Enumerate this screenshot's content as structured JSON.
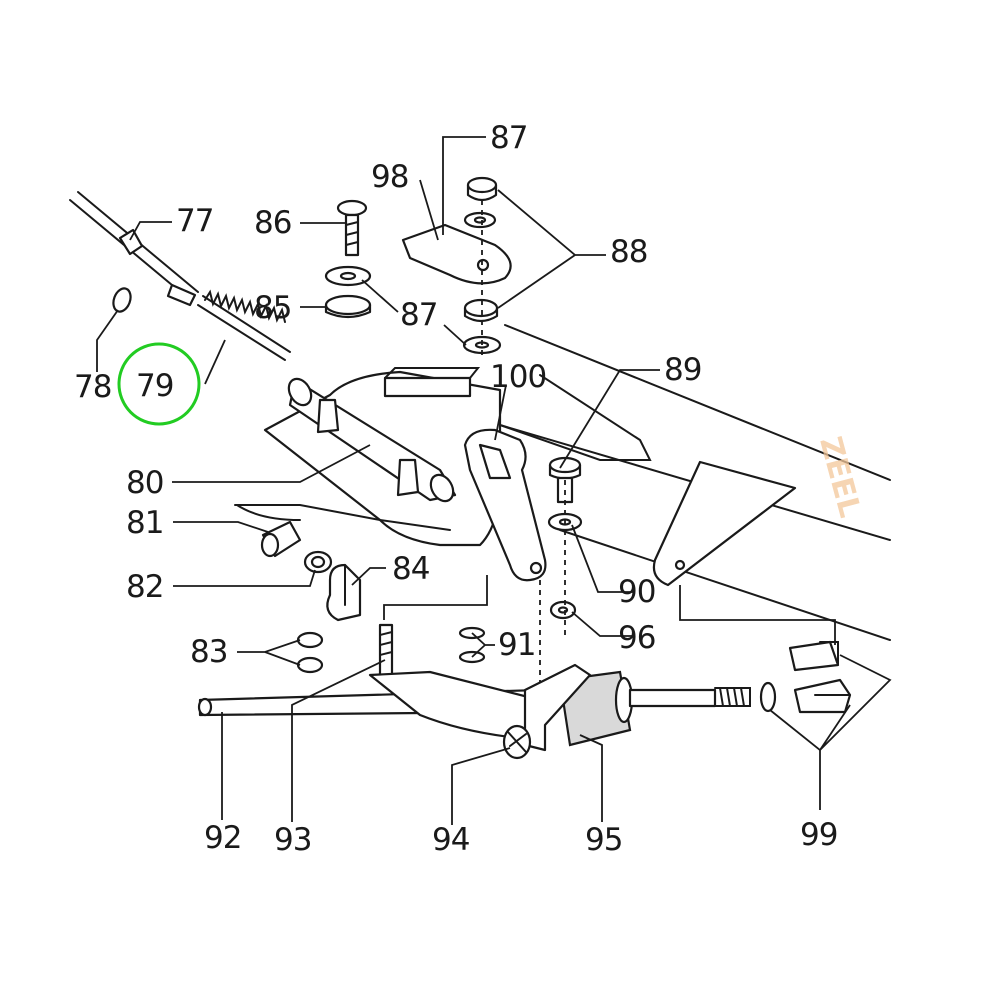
{
  "diagram": {
    "watermark": "ZEEL",
    "highlight_color": "#22cc22",
    "highlighted_part": "79",
    "labels": {
      "p77": "77",
      "p78": "78",
      "p79": "79",
      "p80": "80",
      "p81": "81",
      "p82": "82",
      "p83": "83",
      "p84": "84",
      "p85": "85",
      "p86": "86",
      "p87a": "87",
      "p87b": "87",
      "p88": "88",
      "p89": "89",
      "p90": "90",
      "p91": "91",
      "p92": "92",
      "p93": "93",
      "p94": "94",
      "p95": "95",
      "p96": "96",
      "p98": "98",
      "p99": "99",
      "p100": "100"
    }
  }
}
